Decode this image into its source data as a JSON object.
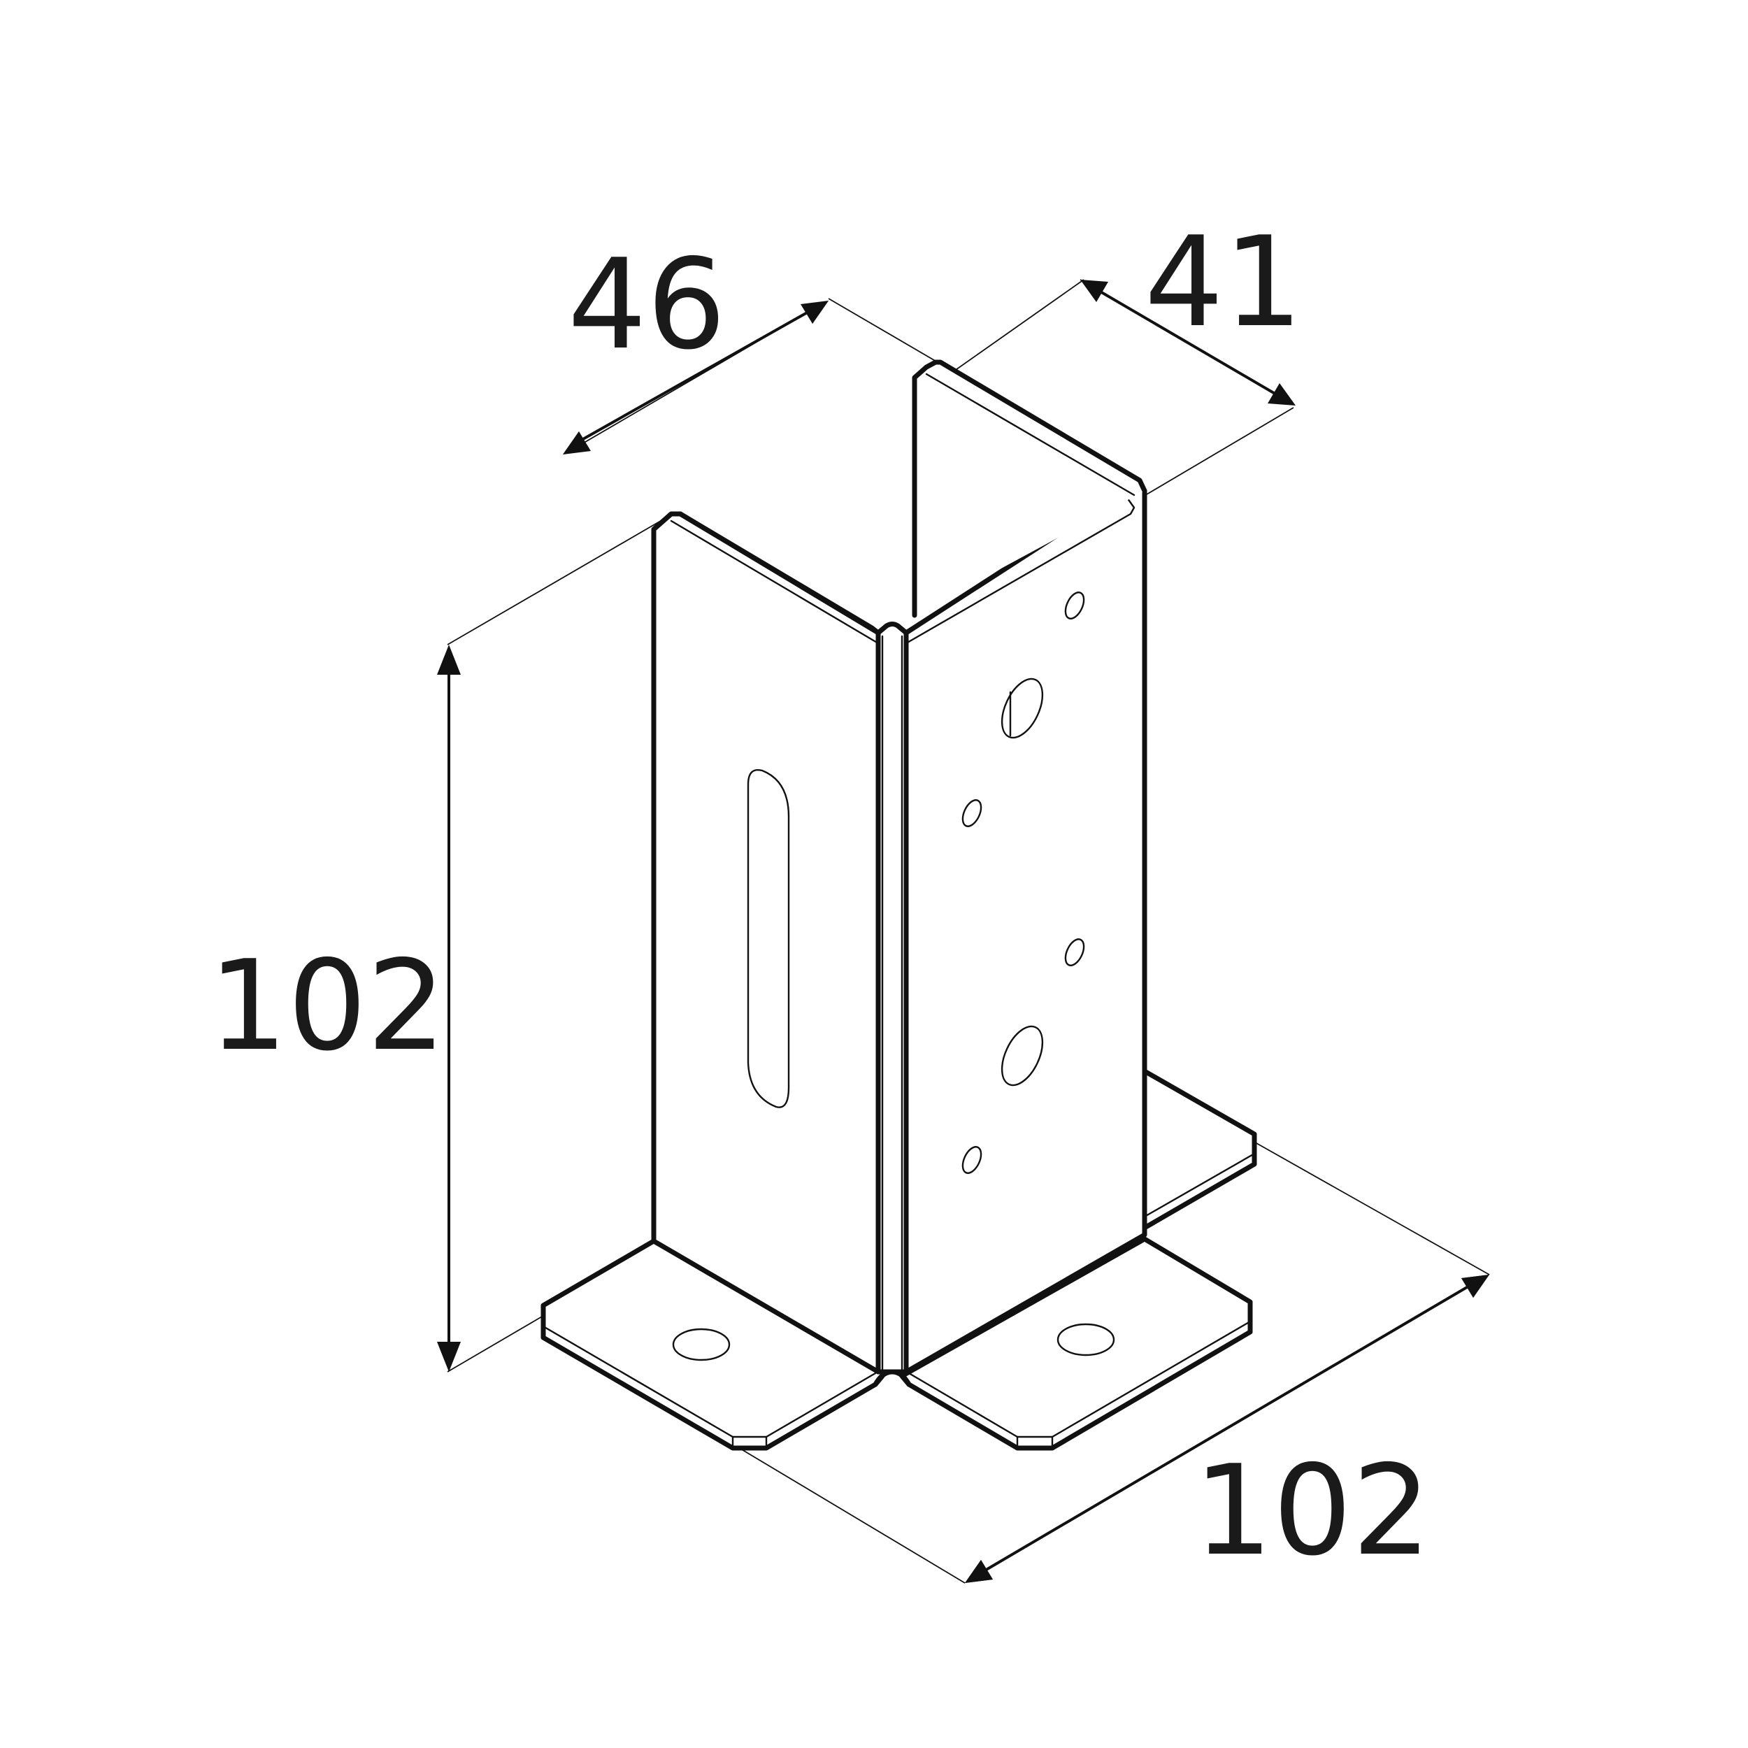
{
  "dimensions": {
    "width_top": "46",
    "depth_top": "41",
    "height": "102",
    "base_length": "102"
  }
}
